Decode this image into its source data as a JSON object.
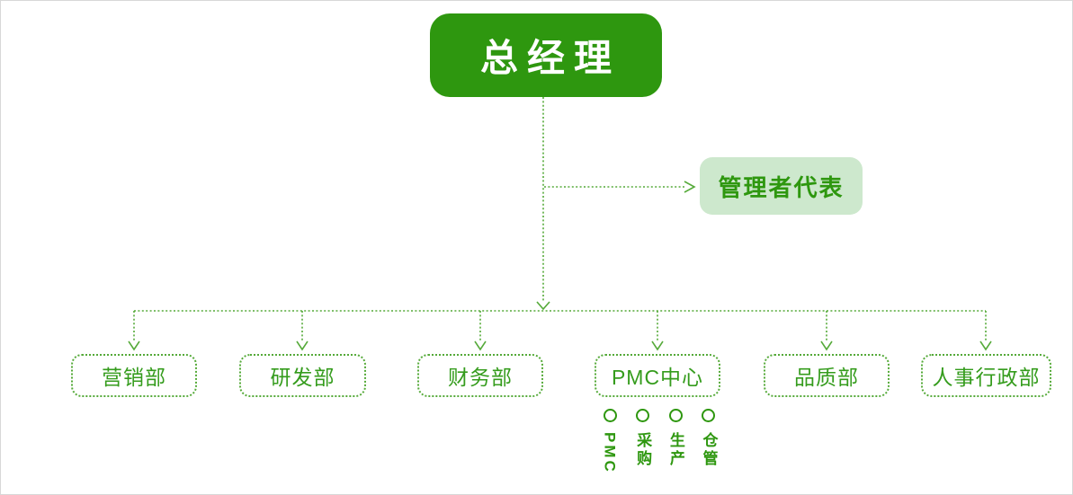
{
  "colors": {
    "primary_green": "#2e970f",
    "light_green_bg": "#cde8cd",
    "connector_green": "#55aa39",
    "page_border": "#d8d8d8"
  },
  "root": {
    "label": "总经理"
  },
  "staff": {
    "label": "管理者代表"
  },
  "departments": [
    {
      "label": "营销部"
    },
    {
      "label": "研发部"
    },
    {
      "label": "财务部"
    },
    {
      "label": "PMC中心"
    },
    {
      "label": "品质部"
    },
    {
      "label": "人事行政部"
    }
  ],
  "pmc_subunits": [
    {
      "label": "PMC"
    },
    {
      "label": "采购"
    },
    {
      "label": "生产"
    },
    {
      "label": "仓管"
    }
  ]
}
